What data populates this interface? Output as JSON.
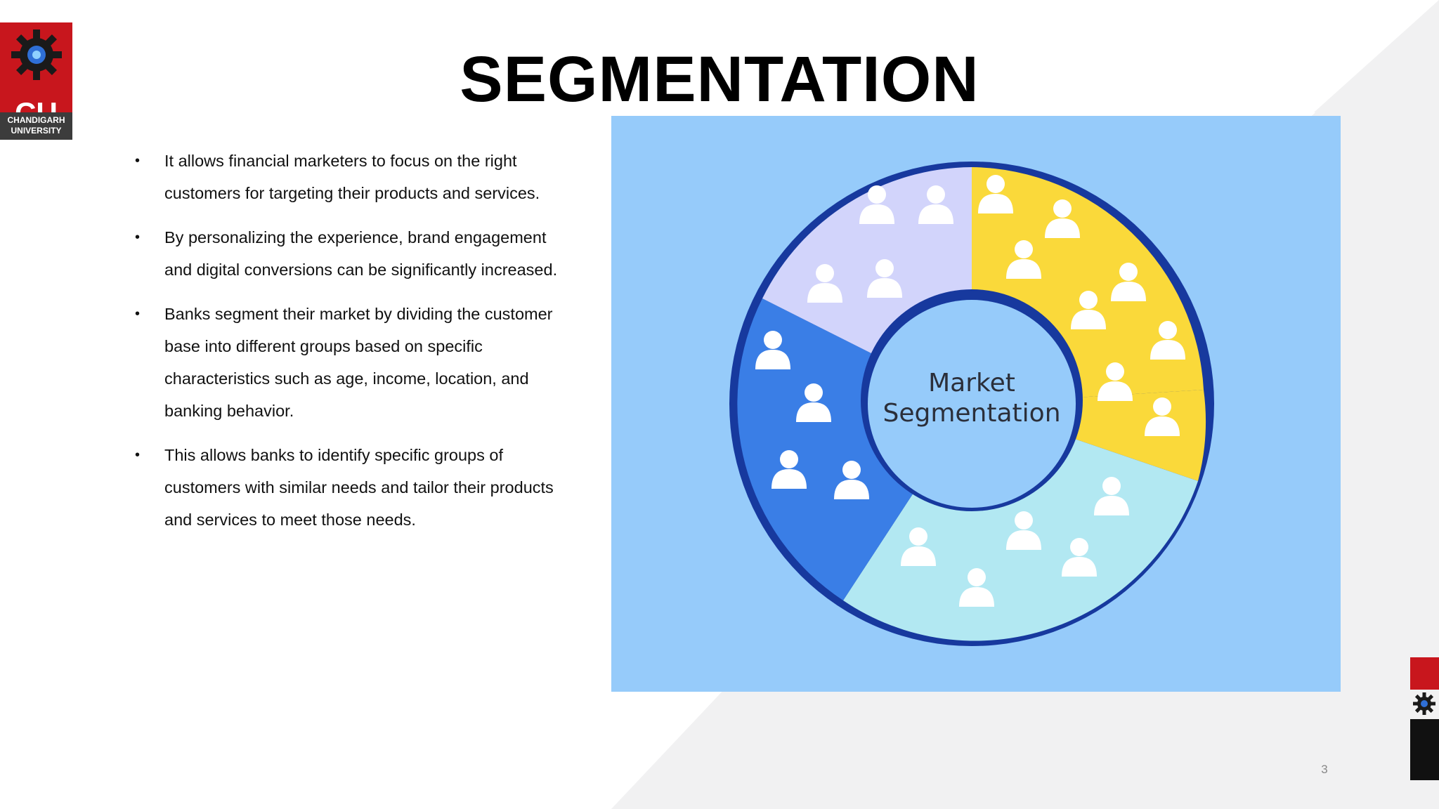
{
  "slide": {
    "title": "SEGMENTATION",
    "page_number": "3"
  },
  "logo": {
    "mark": "CU",
    "name_line1": "CHANDIGARH",
    "name_line2": "UNIVERSITY",
    "brand_color": "#c8161d"
  },
  "bullets": [
    "It allows financial marketers to focus on the right customers for targeting their products and services.",
    "By personalizing the experience, brand engagement and digital conversions can be significantly increased.",
    "Banks segment their market by dividing the customer base into different groups based on specific characteristics such as age, income, location, and banking behavior.",
    " This allows banks to identify specific groups of customers with similar needs and tailor their products and services to meet those needs."
  ],
  "illustration": {
    "center_line1": "Market",
    "center_line2": "Segmentation",
    "segment_colors": [
      "#d2d4fb",
      "#fad93a",
      "#b2e8f2",
      "#3a7ee6"
    ],
    "background": "#96cbfa",
    "icon": "person-icon"
  },
  "colors": {
    "accent_red": "#c8161d",
    "background_band": "#f1f1f2"
  }
}
